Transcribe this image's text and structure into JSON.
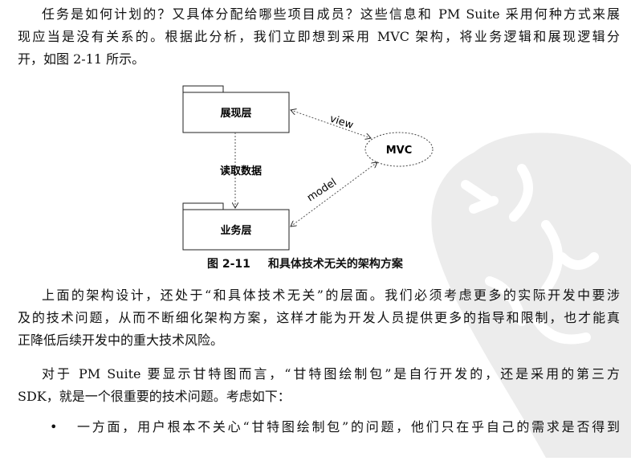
{
  "paragraph1": {
    "lines": [
      "任务是如何计划的？又具体分配给哪些项目成员？这些信息和 PM Suite 采用何种方式来展",
      "现应当是没有关系的。根据此分析，我们立即想到采用 MVC 架构，将业务逻辑和展现逻辑分",
      "开，如图 2-11 所示。"
    ]
  },
  "figure": {
    "presentation_layer": "展现层",
    "business_layer": "业务层",
    "mvc": "MVC",
    "view_label": "view",
    "model_label": "model",
    "read_data_label": "读取数据",
    "caption_number": "图 2-11",
    "caption_text": "和具体技术无关的架构方案"
  },
  "paragraph2": {
    "lines": [
      "上面的架构设计，还处于“和具体技术无关”的层面。我们必须考虑更多的实际开发中要涉",
      "及的技术问题，从而不断细化架构方案，这样才能为开发人员提供更多的指导和限制，也才能真",
      "正降低后续开发中的重大技术风险。"
    ]
  },
  "paragraph3": {
    "lines": [
      "对于 PM Suite 要显示甘特图而言，“甘特图绘制包”是自行开发的，还是采用的第三方",
      "SDK，就是一个很重要的技术问题。考虑如下："
    ]
  },
  "bullets": [
    {
      "symbol": "•",
      "text": "一方面，用户根本不关心“甘特图绘制包”的问题，他们只在乎自己的需求是否得到"
    }
  ]
}
